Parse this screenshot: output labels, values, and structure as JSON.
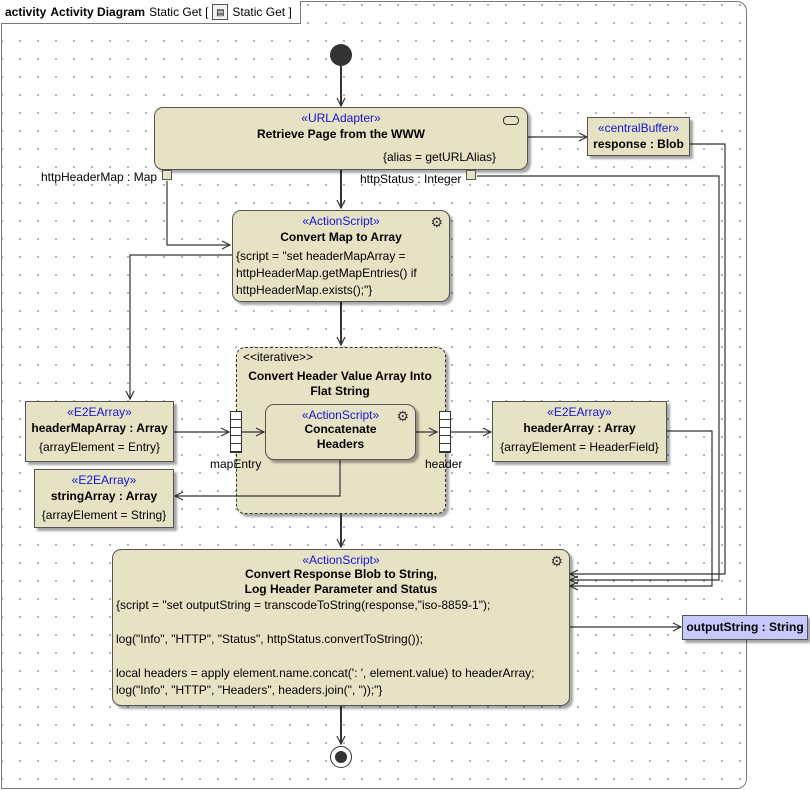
{
  "frame": {
    "keyword": "activity",
    "name": "Activity Diagram",
    "context": "Static Get [",
    "context_icon": "activity-icon",
    "context_name": "Static Get ]"
  },
  "nodes": {
    "retrieve": {
      "stereotype": "«URLAdapter»",
      "title": "Retrieve Page from the WWW",
      "prop": "{alias = getURLAlias}"
    },
    "response": {
      "stereotype": "«centralBuffer»",
      "title": "response : Blob"
    },
    "pin_httpHeaderMap": "httpHeaderMap : Map",
    "pin_httpStatus": "httpStatus : Integer",
    "convert_map": {
      "stereotype": "«ActionScript»",
      "title": "Convert Map to Array",
      "prop_lines": [
        "{script = \"set headerMapArray =",
        "httpHeaderMap.getMapEntries() if",
        "httpHeaderMap.exists();\"}"
      ]
    },
    "region": {
      "keyword": "<<iterative>>",
      "title_lines": [
        "Convert Header Value Array Into",
        "Flat String"
      ],
      "input_pin": "mapEntry",
      "output_pin": "header"
    },
    "concatenate": {
      "stereotype": "«ActionScript»",
      "title_lines": [
        "Concatenate",
        "Headers"
      ]
    },
    "header_map_array": {
      "stereotype": "«E2EArray»",
      "title": "headerMapArray : Array",
      "prop": "{arrayElement = Entry}"
    },
    "header_array": {
      "stereotype": "«E2EArray»",
      "title": "headerArray : Array",
      "prop": "{arrayElement = HeaderField}"
    },
    "string_array": {
      "stereotype": "«E2EArray»",
      "title": "stringArray : Array",
      "prop": "{arrayElement = String}"
    },
    "convert_blob": {
      "stereotype": "«ActionScript»",
      "title_lines": [
        "Convert Response Blob to String,",
        "Log Header Parameter and Status"
      ],
      "prop_lines": [
        "{script = \"set outputString = transcodeToString(response,\"iso-8859-1\");",
        "",
        "log(\"Info\", \"HTTP\", \"Status\", httpStatus.convertToString());",
        "",
        "local headers = apply element.name.concat(': ', element.value) to headerArray;",
        "log(\"Info\", \"HTTP\", \"Headers\", headers.join(\", \"));\"}"
      ]
    },
    "output_string": {
      "title": "outputString : String"
    }
  },
  "colors": {
    "node_fill": "#e6e3c4",
    "stereotype_text": "#1515d6",
    "output_fill": "#c8c8ff",
    "line": "#333333"
  }
}
